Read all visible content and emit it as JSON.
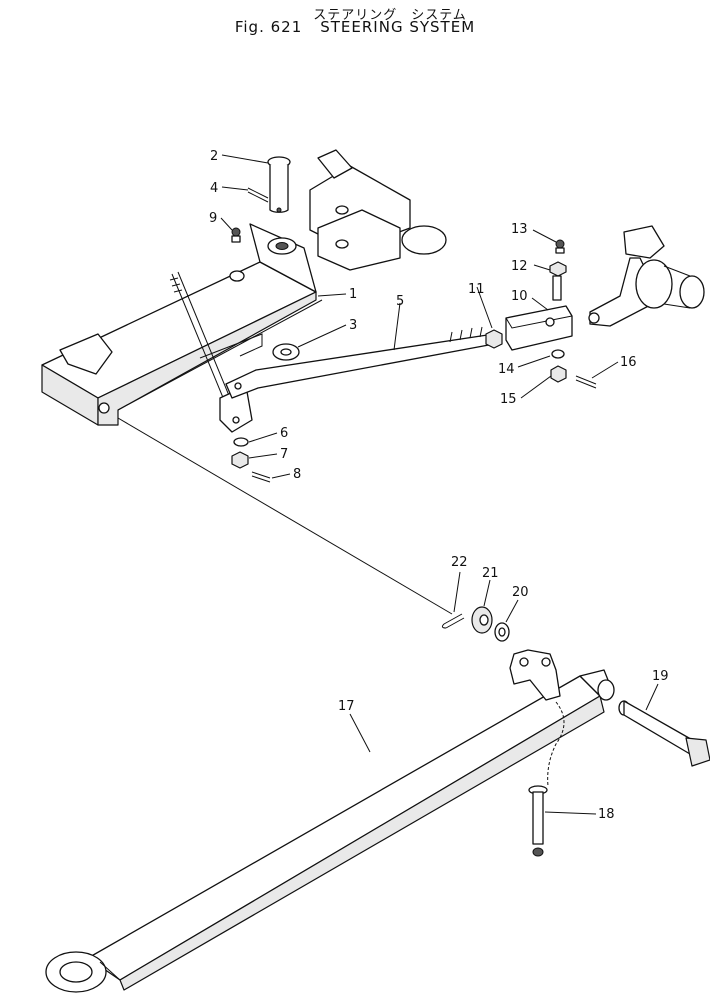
{
  "header": {
    "title_jp": "ステアリング　システム",
    "fig_no": "Fig. 621",
    "title_en": "STEERING SYSTEM"
  },
  "parts": [
    {
      "id": "1",
      "label": "1"
    },
    {
      "id": "2",
      "label": "2"
    },
    {
      "id": "3",
      "label": "3"
    },
    {
      "id": "4",
      "label": "4"
    },
    {
      "id": "5",
      "label": "5"
    },
    {
      "id": "6",
      "label": "6"
    },
    {
      "id": "7",
      "label": "7"
    },
    {
      "id": "8",
      "label": "8"
    },
    {
      "id": "9",
      "label": "9"
    },
    {
      "id": "10",
      "label": "10"
    },
    {
      "id": "11",
      "label": "11"
    },
    {
      "id": "12",
      "label": "12"
    },
    {
      "id": "13",
      "label": "13"
    },
    {
      "id": "14",
      "label": "14"
    },
    {
      "id": "15",
      "label": "15"
    },
    {
      "id": "16",
      "label": "16"
    },
    {
      "id": "17",
      "label": "17"
    },
    {
      "id": "18",
      "label": "18"
    },
    {
      "id": "19",
      "label": "19"
    },
    {
      "id": "20",
      "label": "20"
    },
    {
      "id": "21",
      "label": "21"
    },
    {
      "id": "22",
      "label": "22"
    }
  ]
}
